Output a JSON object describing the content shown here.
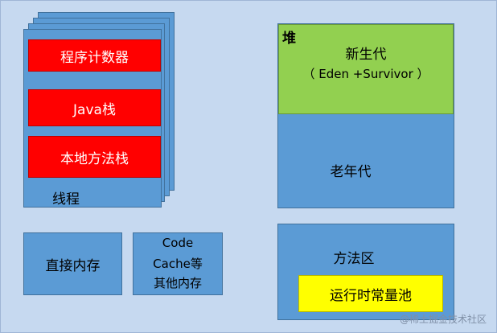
{
  "thread": {
    "stack_items": [
      "程序计数器",
      "Java栈",
      "本地方法栈"
    ],
    "label": "线程"
  },
  "direct_memory": "直接内存",
  "code_cache": {
    "line1": "Code",
    "line2": "Cache等",
    "line3": "其他内存"
  },
  "heap": {
    "title": "堆",
    "young_gen": "新生代",
    "young_gen_detail": "（ Eden +Survivor ）",
    "old_gen": "老年代"
  },
  "method_area": {
    "title": "方法区",
    "constant_pool": "运行时常量池"
  },
  "watermark": "@稀土掘金技术社区",
  "colors": {
    "background": "#c6d9f0",
    "box": "#5b9bd5",
    "red": "#ff0000",
    "green": "#92d050",
    "yellow": "#ffff00"
  }
}
